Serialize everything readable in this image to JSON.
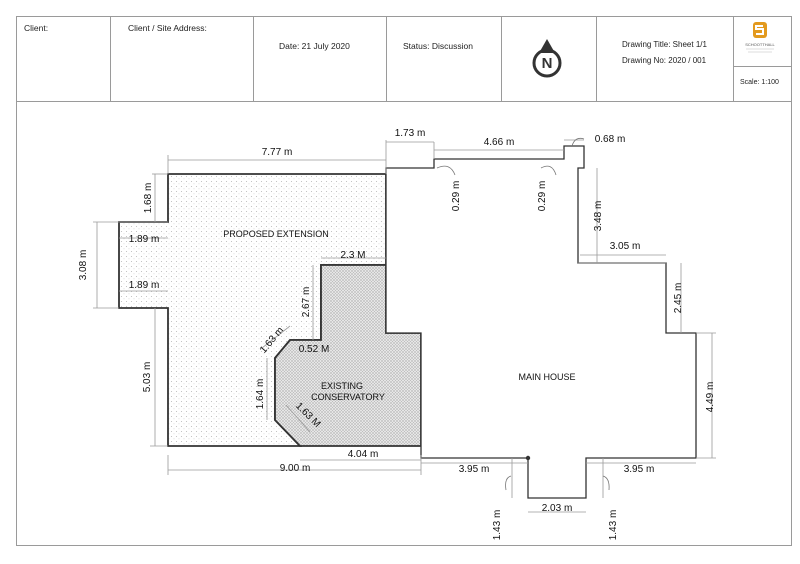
{
  "title_block": {
    "client_label": "Client:",
    "client_address_label": "Client / Site Address:",
    "date": "Date: 21 July 2020",
    "status": "Status: Discussion",
    "north_letter": "N",
    "drawing_title": "Drawing Title: Sheet 1/1",
    "drawing_no": "Drawing No: 2020 / 001",
    "scale": "Scale: 1:100",
    "logo_text": "SCHOOTTHALL"
  },
  "plan": {
    "proposed_extension_label": "PROPOSED EXTENSION",
    "existing_conservatory_label_1": "EXISTING",
    "existing_conservatory_label_2": "CONSERVATORY",
    "main_house_label": "MAIN HOUSE"
  },
  "dimensions": {
    "d_7_77": "7.77 m",
    "d_1_73": "1.73 m",
    "d_4_66": "4.66 m",
    "d_0_68": "0.68 m",
    "d_1_68": "1.68 m",
    "d_0_29a": "0.29 m",
    "d_0_29b": "0.29 m",
    "d_3_48": "3.48 m",
    "d_1_89a": "1.89 m",
    "d_3_08": "3.08 m",
    "d_1_89b": "1.89 m",
    "d_3_05": "3.05 m",
    "d_2_3": "2.3 M",
    "d_2_45": "2.45 m",
    "d_2_67": "2.67 m",
    "d_1_63a": "1.63 m",
    "d_0_52": "0.52 M",
    "d_5_03": "5.03 m",
    "d_1_64": "1.64 m",
    "d_1_63b": "1.63 M",
    "d_4_49": "4.49 m",
    "d_9_00": "9.00 m",
    "d_4_04": "4.04 m",
    "d_3_95a": "3.95 m",
    "d_3_95b": "3.95 m",
    "d_2_03": "2.03 m",
    "d_1_43a": "1.43 m",
    "d_1_43b": "1.43 m"
  },
  "colors": {
    "line": "#333333",
    "dim_line": "#9a9a9a",
    "text": "#111111",
    "logo_accent": "#e39a1e",
    "compass_dark": "#333333"
  }
}
